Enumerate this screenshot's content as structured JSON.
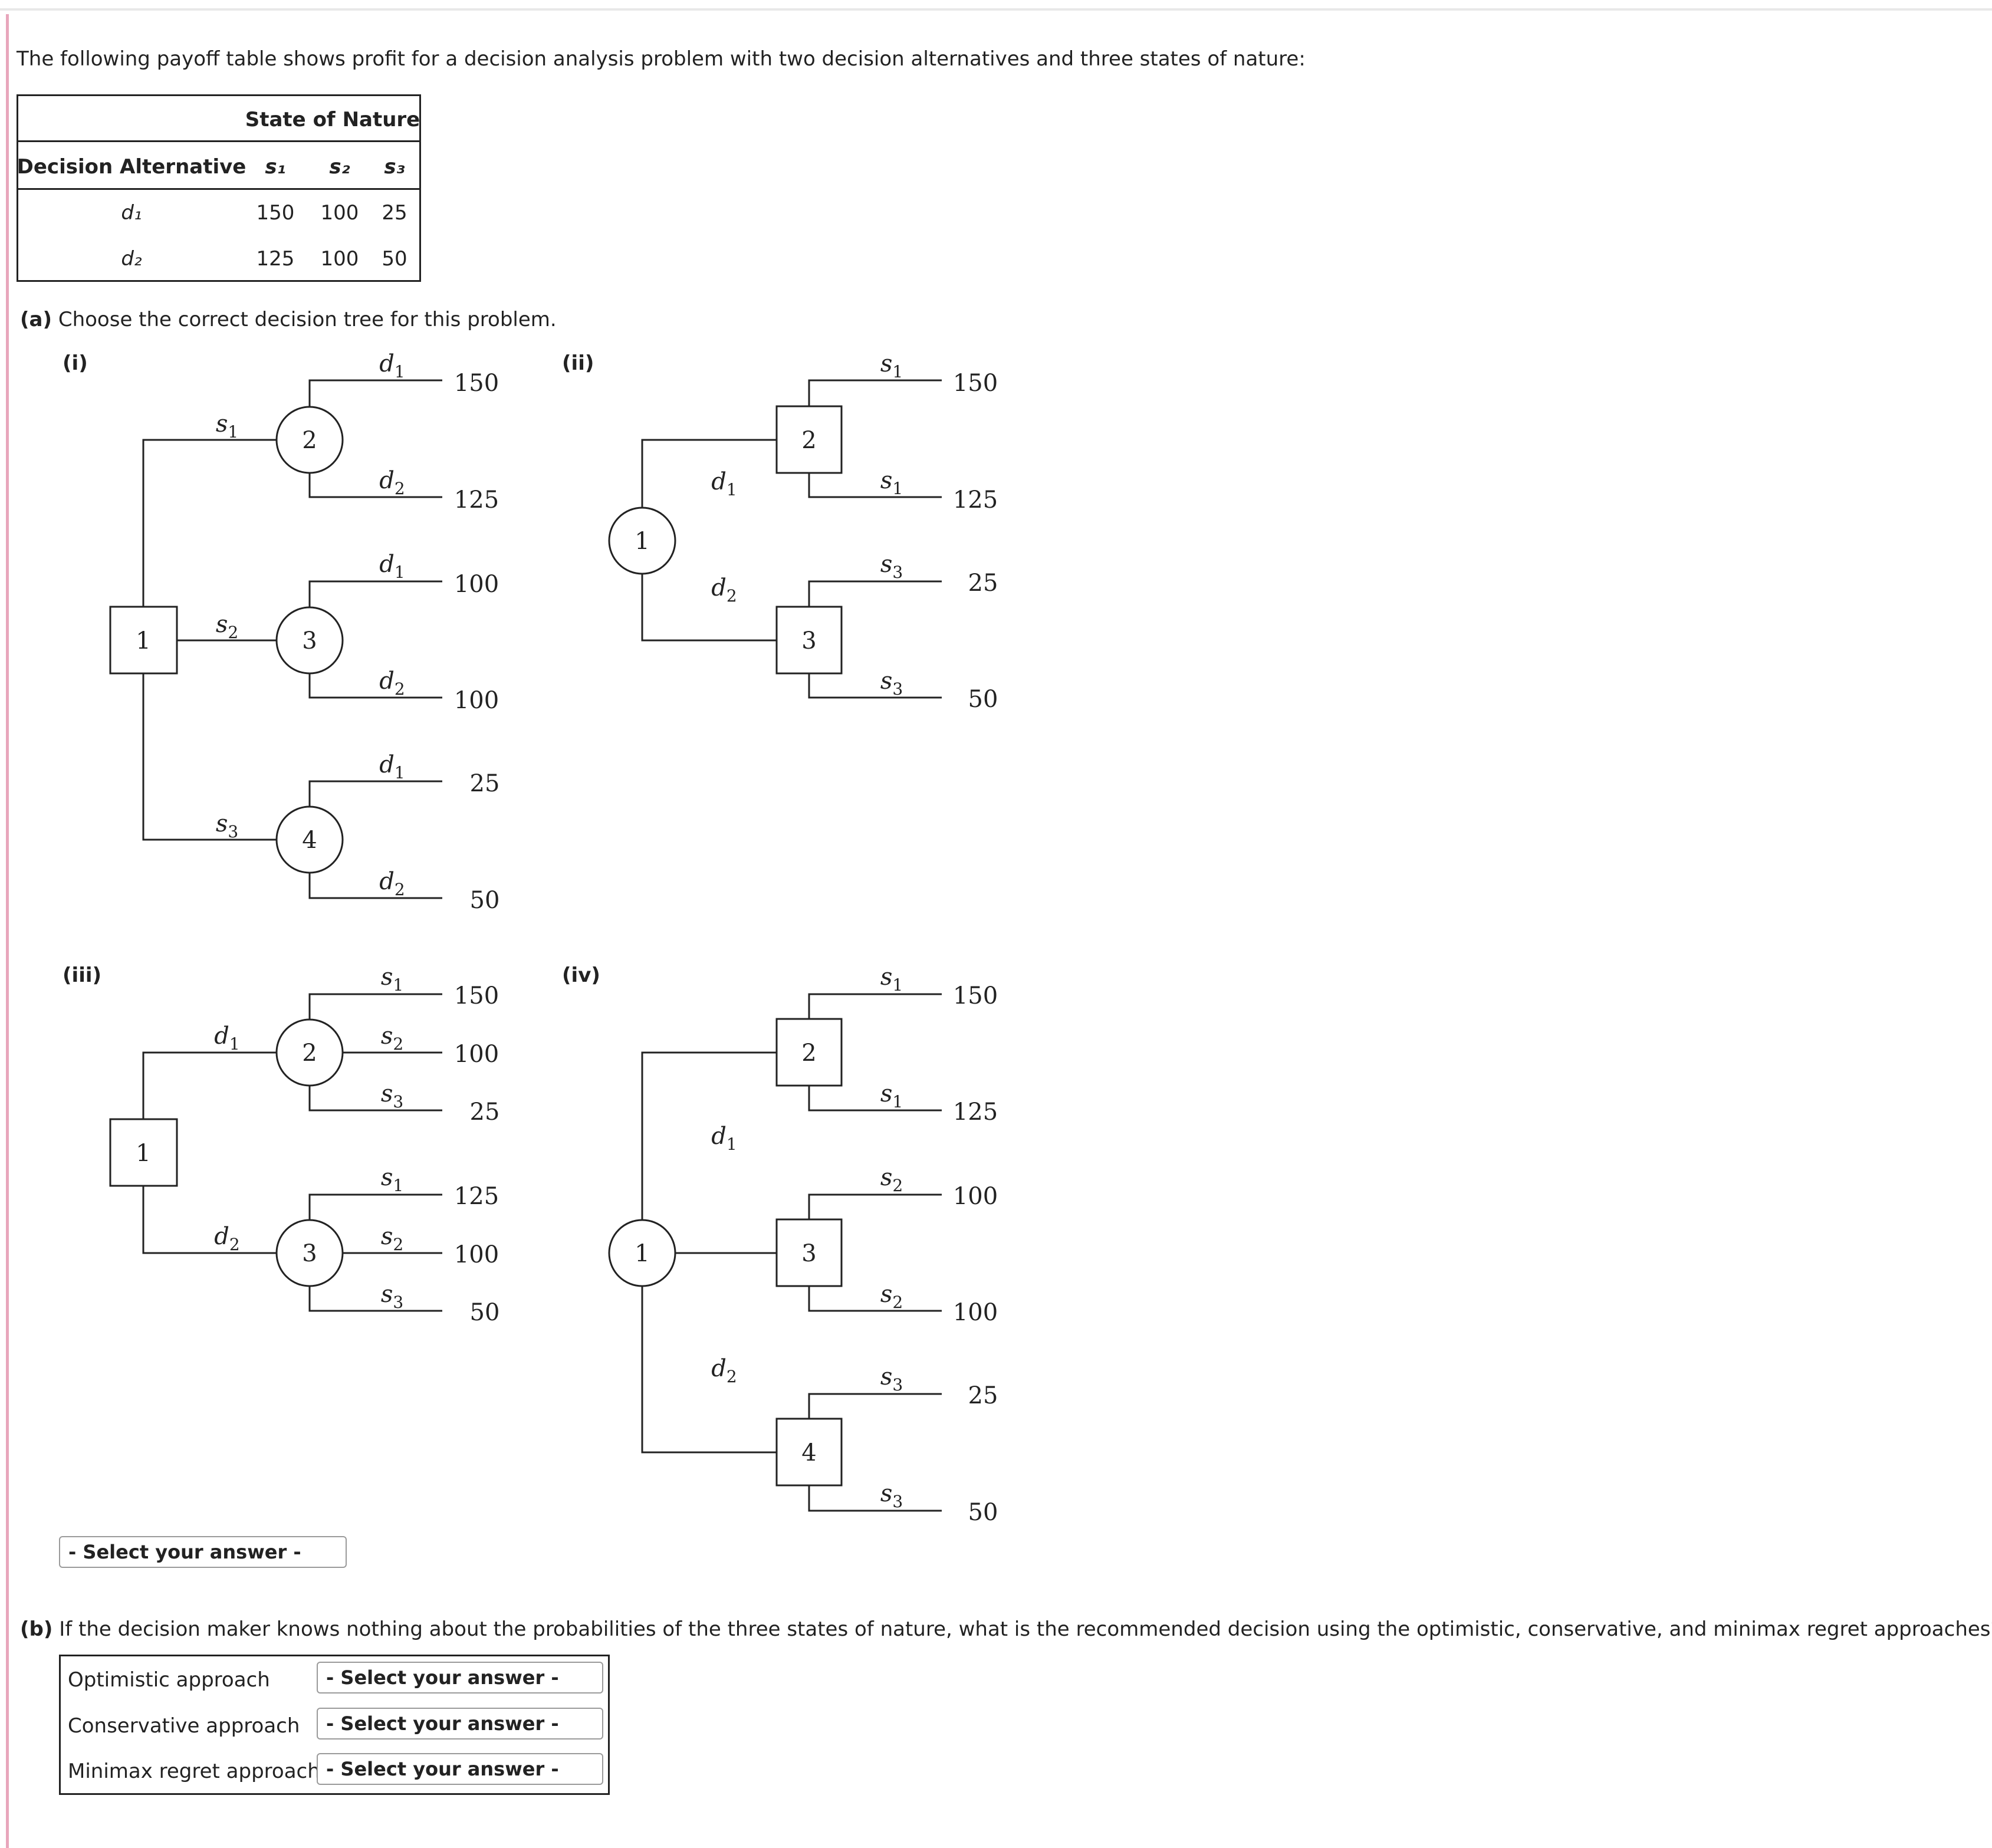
{
  "intro": "The following payoff table shows profit for a decision analysis problem with two decision alternatives and three states of nature:",
  "table": {
    "state_header": "State of Nature",
    "alt_header": "Decision Alternative",
    "states": [
      "s₁",
      "s₂",
      "s₃"
    ],
    "rows": [
      {
        "alt": "d₁",
        "values": [
          "150",
          "100",
          "25"
        ]
      },
      {
        "alt": "d₂",
        "values": [
          "125",
          "100",
          "50"
        ]
      }
    ]
  },
  "part_a": {
    "tag": "(a)",
    "text": "Choose the correct decision tree for this problem."
  },
  "option_labels": {
    "i": "(i)",
    "ii": "(ii)",
    "iii": "(iii)",
    "iv": "(iv)"
  },
  "tree_i": {
    "nodes": [
      "1",
      "2",
      "3",
      "4"
    ],
    "branches": [
      "s1",
      "s2",
      "s3",
      "d1",
      "d2",
      "d1",
      "d2",
      "d1",
      "d2"
    ],
    "payoffs": [
      "150",
      "125",
      "100",
      "100",
      "25",
      "50"
    ]
  },
  "tree_ii": {
    "nodes": [
      "1",
      "2",
      "3"
    ],
    "branches": [
      "d1",
      "d2",
      "s1",
      "s1",
      "s3",
      "s3"
    ],
    "payoffs": [
      "150",
      "125",
      "25",
      "50"
    ]
  },
  "tree_iii": {
    "nodes": [
      "1",
      "2",
      "3"
    ],
    "branches": [
      "d1",
      "d2",
      "s1",
      "s2",
      "s3",
      "s1",
      "s2",
      "s3"
    ],
    "payoffs": [
      "150",
      "100",
      "25",
      "125",
      "100",
      "50"
    ]
  },
  "tree_iv": {
    "nodes": [
      "1",
      "2",
      "3",
      "4"
    ],
    "branches": [
      "d1",
      "d2",
      "s1",
      "s1",
      "s2",
      "s2",
      "s3",
      "s3"
    ],
    "payoffs": [
      "150",
      "125",
      "100",
      "100",
      "25",
      "50"
    ]
  },
  "select_placeholder": "- Select your answer -",
  "part_b": {
    "tag": "(b)",
    "text": "If the decision maker knows nothing about the probabilities of the three states of nature, what is the recommended decision using the optimistic, conservative, and minimax regret approaches?",
    "rows": [
      {
        "label": "Optimistic approach"
      },
      {
        "label": "Conservative approach"
      },
      {
        "label": "Minimax regret approach"
      }
    ]
  }
}
